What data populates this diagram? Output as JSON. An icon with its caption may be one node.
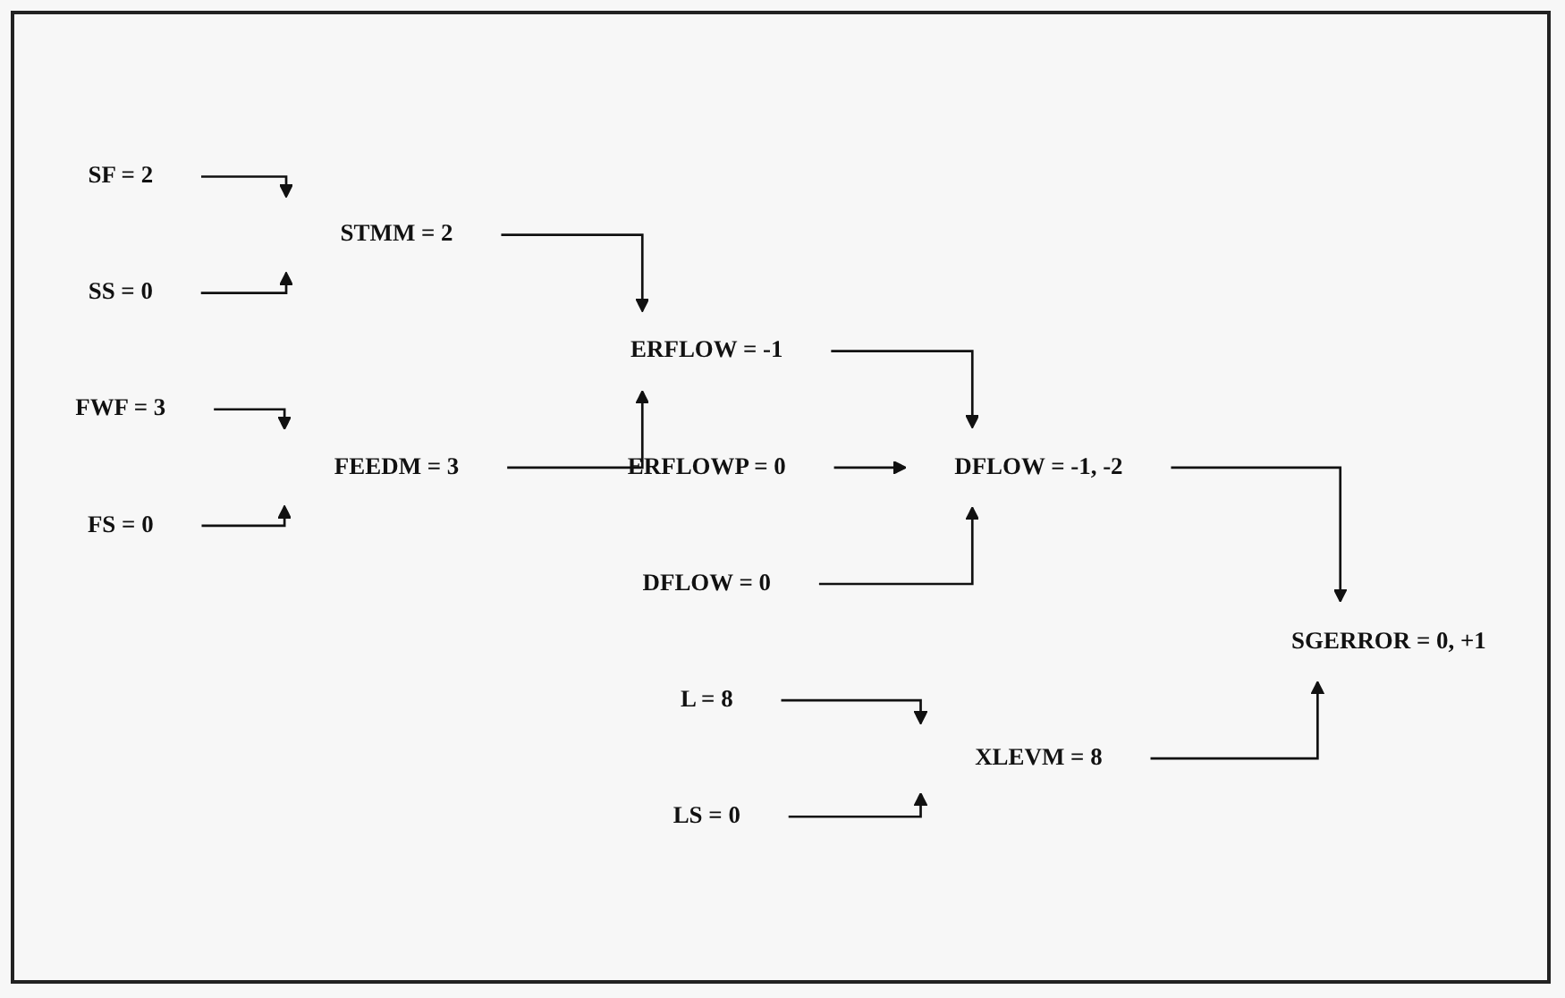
{
  "diagram": {
    "nodes": [
      {
        "text": [
          "SF = 2"
        ]
      },
      {
        "text": [
          "SS = 0"
        ]
      },
      {
        "text": [
          "STMM = 2"
        ]
      },
      {
        "text": [
          "FWF = 3"
        ]
      },
      {
        "text": [
          "FS = 0"
        ]
      },
      {
        "text": [
          "FEEDM = 3"
        ]
      },
      {
        "text": [
          "ERFLOW = -1"
        ]
      },
      {
        "text": [
          "ERFLOWP = 0"
        ]
      },
      {
        "text": [
          "DFLOW = 0"
        ]
      },
      {
        "text": [
          "DFLOW = -1, -2"
        ]
      },
      {
        "text": [
          "L = 8"
        ]
      },
      {
        "text": [
          "LS = 0"
        ]
      },
      {
        "text": [
          "XLEVM = 8"
        ]
      },
      {
        "text": [
          "SGERROR = 0, +1"
        ]
      }
    ],
    "edges": [
      {
        "from": 0,
        "to": 2,
        "arrow": "to"
      },
      {
        "from": 1,
        "to": 2,
        "arrow": "to"
      },
      {
        "from": 3,
        "to": 5,
        "arrow": "to"
      },
      {
        "from": 4,
        "to": 5,
        "arrow": "to"
      },
      {
        "from": 2,
        "to": 6,
        "arrow": "to"
      },
      {
        "from": 5,
        "to": 6,
        "arrow": "to"
      },
      {
        "from": 6,
        "to": 9,
        "arrow": "to"
      },
      {
        "from": 7,
        "to": 9,
        "arrow": "to"
      },
      {
        "from": 8,
        "to": 9,
        "arrow": "to"
      },
      {
        "from": 9,
        "to": 13,
        "arrow": "to"
      },
      {
        "from": 10,
        "to": 12,
        "arrow": "to"
      },
      {
        "from": 11,
        "to": 12,
        "arrow": "to"
      },
      {
        "from": 12,
        "to": 13,
        "arrow": "to"
      }
    ]
  }
}
